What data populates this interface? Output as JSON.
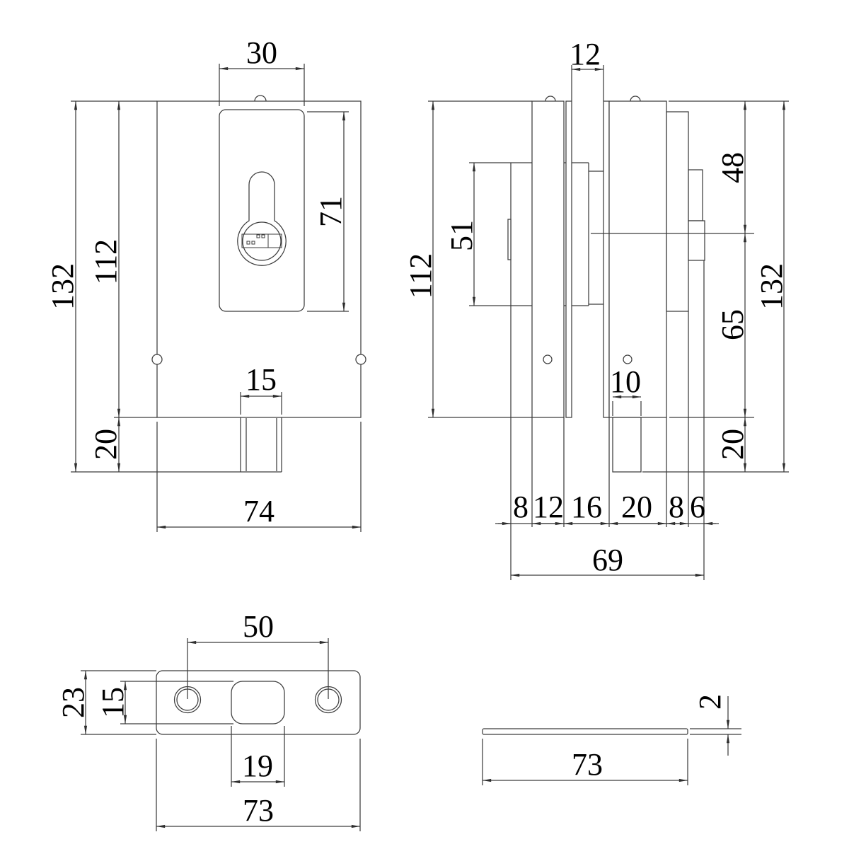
{
  "views": {
    "front": {
      "dims": {
        "escutcheon_width": "30",
        "escutcheon_height": "71",
        "plate_height": "112",
        "overall_height": "132",
        "bolt_throw": "20",
        "bolt_width": "15",
        "body_width": "74"
      }
    },
    "side": {
      "dims": {
        "glass_gap": "12",
        "top_to_axis": "48",
        "case_height": "51",
        "plate_height": "112",
        "axis_to_bottom": "65",
        "overall_height": "132",
        "bolt_depth": "10",
        "bolt_throw": "20",
        "overall_depth": "69",
        "stack": [
          "8",
          "12",
          "16",
          "20",
          "8",
          "6"
        ]
      }
    },
    "strike": {
      "dims": {
        "hole_spacing": "50",
        "height": "23",
        "slot_height": "15",
        "slot_width": "19",
        "width": "73"
      }
    },
    "cover": {
      "dims": {
        "thickness": "2",
        "width": "73"
      }
    }
  }
}
